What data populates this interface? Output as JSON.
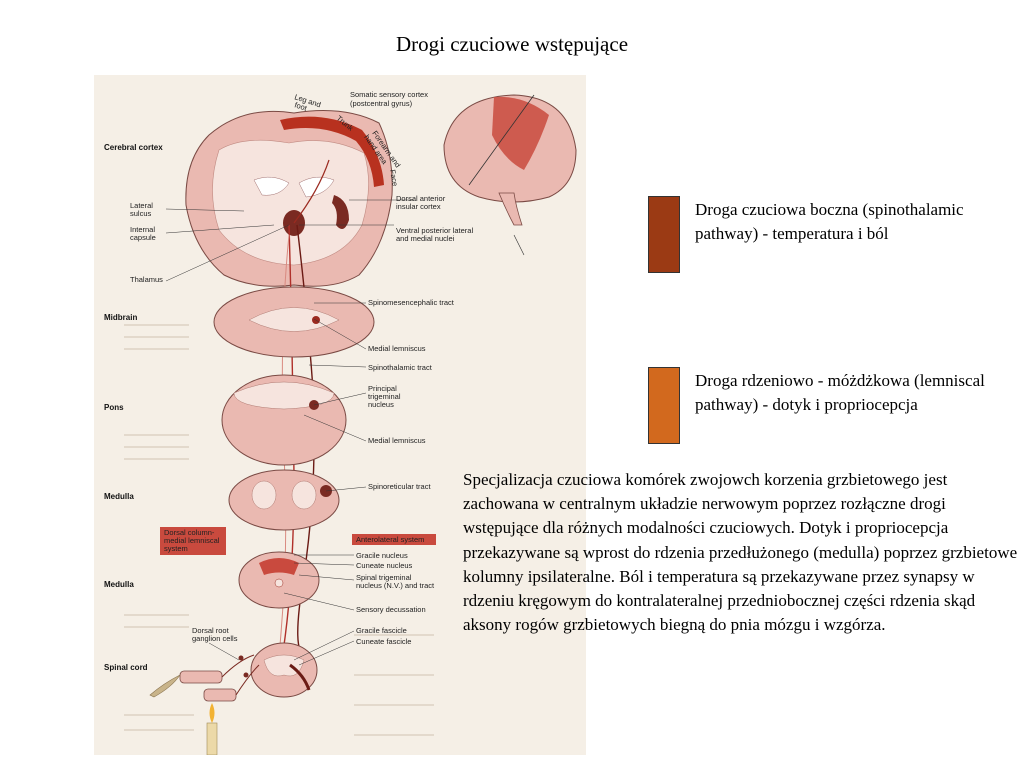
{
  "title": "Drogi  czuciowe wstępujące",
  "colors": {
    "lateral_pathway": "#9b3a14",
    "lemniscal_pathway": "#d2691e",
    "figure_bg": "#f5efe6",
    "tissue": "#e8b8b0",
    "tract_red": "#b0302a"
  },
  "legend": [
    {
      "color": "#9b3a14",
      "text": "Droga czuciowa boczna (spinothalamic pathway) - temperatura i ból"
    },
    {
      "color": "#d2691e",
      "text": "Droga rdzeniowo - móżdżkowa (lemniscal pathway) - dotyk i propriocepcja"
    }
  ],
  "description": "Specjalizacja czuciowa komórek zwojowch korzenia grzbietowego jest zachowana w centralnym układzie nerwowym poprzez rozłączne drogi wstępujące dla różnych modalności czuciowych. Dotyk i propriocepcja przekazywane są wprost do rdzenia przedłużonego (medulla) poprzez grzbietowe kolumny ipsilateralne. Ból i temperatura są przekazywane przez synapsy w rdzeniu kręgowym do kontralateralnej przedniobocznej części rdzenia skąd aksony rogów grzbietowych biegną do pnia mózgu i wzgórza.",
  "figure": {
    "sections": {
      "cerebral_cortex": "Cerebral cortex",
      "midbrain": "Midbrain",
      "pons": "Pons",
      "medulla_1": "Medulla",
      "medulla_2": "Medulla",
      "spinal_cord": "Spinal cord"
    },
    "labels": {
      "leg": "Leg and",
      "foot": "foot",
      "ssc_1": "Somatic sensory cortex",
      "ssc_2": "(postcentral gyrus)",
      "trunk": "Trunk",
      "forearm_1": "Forearm and",
      "forearm_2": "hand area",
      "face": "Face",
      "lateral_sulcus_1": "Lateral",
      "lateral_sulcus_2": "sulcus",
      "internal_capsule_1": "Internal",
      "internal_capsule_2": "capsule",
      "thalamus": "Thalamus",
      "insular_1": "Dorsal anterior",
      "insular_2": "insular cortex",
      "vpl_1": "Ventral posterior lateral",
      "vpl_2": "and medial nuclei",
      "spinomesencephalic": "Spinomesencephalic tract",
      "medial_lemniscus_1": "Medial lemniscus",
      "spinothalamic": "Spinothalamic tract",
      "principal_1": "Principal",
      "principal_2": "trigeminal",
      "principal_3": "nucleus",
      "medial_lemniscus_2": "Medial lemniscus",
      "spinoreticular": "Spinoreticular tract",
      "dorsal_column_1": "Dorsal column-",
      "dorsal_column_2": "medial lemniscal",
      "dorsal_column_3": "system",
      "anterolateral": "Anterolateral system",
      "gracile_nucleus": "Gracile nucleus",
      "cuneate_nucleus": "Cuneate nucleus",
      "spinal_trigeminal_1": "Spinal trigeminal",
      "spinal_trigeminal_2": "nucleus (N.V.) and tract",
      "sensory_decussation": "Sensory decussation",
      "dorsal_root_1": "Dorsal root",
      "dorsal_root_2": "ganglion cells",
      "gracile_fascicle": "Gracile fascicle",
      "cuneate_fascicle": "Cuneate fascicle"
    }
  }
}
